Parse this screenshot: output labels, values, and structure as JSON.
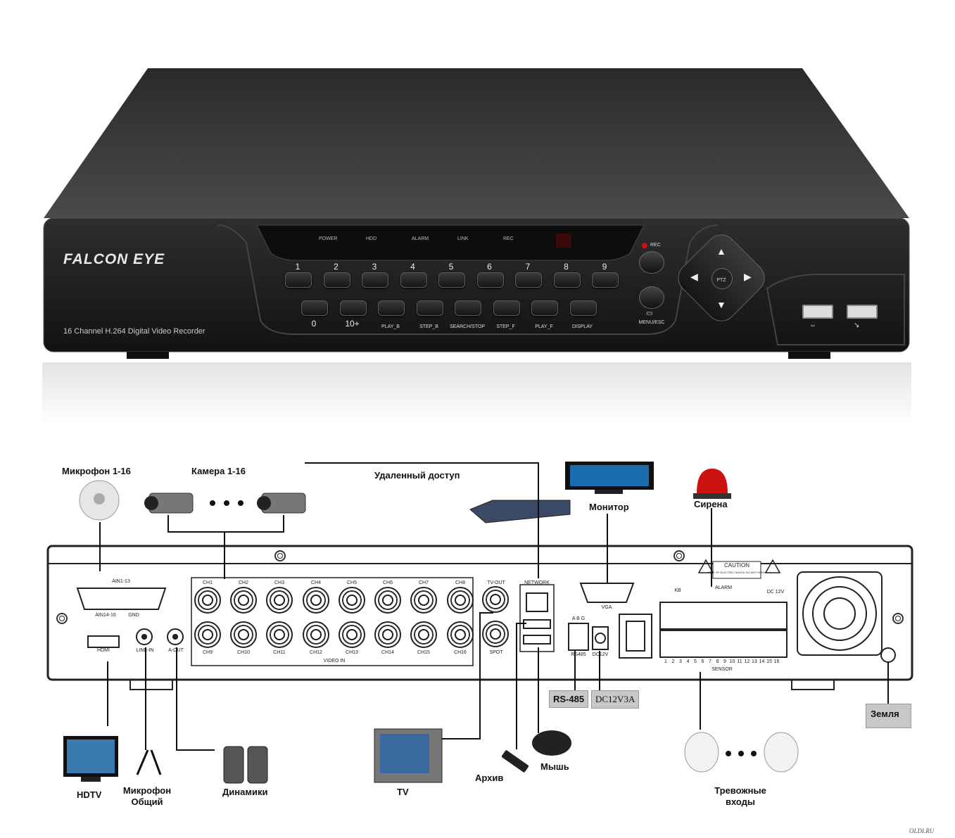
{
  "front_panel": {
    "brand": "FALCON EYE",
    "model_text": "16 Channel H.264 Digital Video Recorder",
    "leds": [
      "POWER",
      "HDD",
      "ALARM",
      "LINK",
      "REC"
    ],
    "number_buttons": [
      "1",
      "2",
      "3",
      "4",
      "5",
      "6",
      "7",
      "8",
      "9"
    ],
    "function_buttons": [
      {
        "label": "0"
      },
      {
        "label": "10+"
      },
      {
        "label": "PLAY_B"
      },
      {
        "label": "STEP_B"
      },
      {
        "label": "SEARCH/STOP"
      },
      {
        "label": "STEP_F"
      },
      {
        "label": "PLAY_F"
      },
      {
        "label": "DISPLAY"
      }
    ],
    "rec_label": "REC",
    "menu_label": "MENU/ESC",
    "ptz_label": "PTZ"
  },
  "rear_panel": {
    "audio_in_top": "AIN1-13",
    "audio_in_bottom": "AIN14-16",
    "gnd": "GND",
    "hdmi": "HDMI",
    "line_in": "LINE-IN",
    "a_out": "A-OUT",
    "channels_top": [
      "CH1",
      "CH2",
      "CH3",
      "CH4",
      "CH5",
      "CH6",
      "CH7",
      "CH8"
    ],
    "channels_bottom": [
      "CH9",
      "CH10",
      "CH11",
      "CH12",
      "CH13",
      "CH14",
      "CH15",
      "CH16"
    ],
    "video_in": "VIDEO IN",
    "tv_out": "TV-OUT",
    "spot": "SPOT",
    "network": "NETWORK",
    "vga": "VGA",
    "rs485_port": "RS485",
    "rs485_pins": "A B G",
    "dc_port": "DC12V",
    "caution": "CAUTION",
    "caution_sub": "RISK OF ELECTRIC SHOCK DO NOT OPEN",
    "kb": "KB",
    "alarm": "ALARM",
    "dc12v": "DC 12V",
    "sensor": "SENSOR",
    "sensor_numbers": [
      "1",
      "2",
      "3",
      "4",
      "5",
      "6",
      "7",
      "8",
      "9",
      "10",
      "11",
      "12",
      "13",
      "14",
      "15",
      "16"
    ]
  },
  "labels": {
    "microphone": "Микрофон 1-16",
    "camera": "Камера 1-16",
    "remote": "Удаленный доступ",
    "monitor": "Монитор",
    "siren": "Сирена",
    "rs485": "RS-485",
    "dc": "DC12V3A",
    "ground": "Земля",
    "hdtv": "HDTV",
    "mic_common_1": "Микрофон",
    "mic_common_2": "Общий",
    "speakers": "Динамики",
    "tv": "TV",
    "archive": "Архив",
    "mouse": "Мышь",
    "alarm_inputs_1": "Тревожные",
    "alarm_inputs_2": "входы"
  },
  "watermark": "OLDI.RU",
  "colors": {
    "device": "#1e1e1e",
    "label_box": "#c8c8c8",
    "rec_led": "#d01010",
    "siren": "#cc1111"
  }
}
